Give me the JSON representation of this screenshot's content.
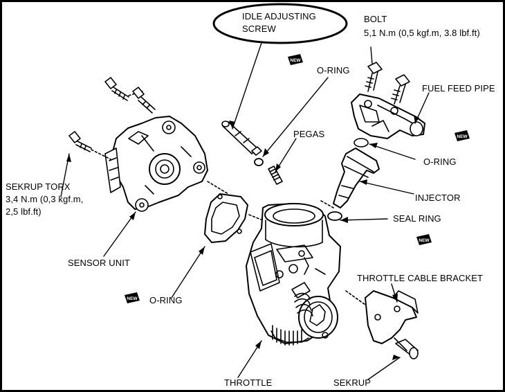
{
  "labels": {
    "idle_line1": "IDLE ADJUSTING",
    "idle_line2": "SCREW",
    "bolt_title": "BOLT",
    "bolt_spec": "5,1 N.m (0,5 kgf.m, 3.8 lbf.ft)",
    "o_ring_top": "O-RING",
    "fuel_feed_pipe": "FUEL FEED PIPE",
    "pegas": "PEGAS",
    "o_ring_right": "O-RING",
    "injector": "INJECTOR",
    "seal_ring": "SEAL RING",
    "sekrup_torx_title": "SEKRUP TORX",
    "sekrup_torx_spec1": "3,4 N.m (0,3 kgf.m,",
    "sekrup_torx_spec2": "2,5 lbf.ft)",
    "sensor_unit": "SENSOR UNIT",
    "o_ring_left": "O-RING",
    "throttle_cable_bracket": "THROTTLE CABLE BRACKET",
    "throttle": "THROTTLE",
    "sekrup": "SEKRUP"
  },
  "icons": {
    "new_badge": "new-badge-icon",
    "new_badge_text": "NEW"
  },
  "colors": {
    "line": "#000000",
    "background": "#ffffff"
  }
}
